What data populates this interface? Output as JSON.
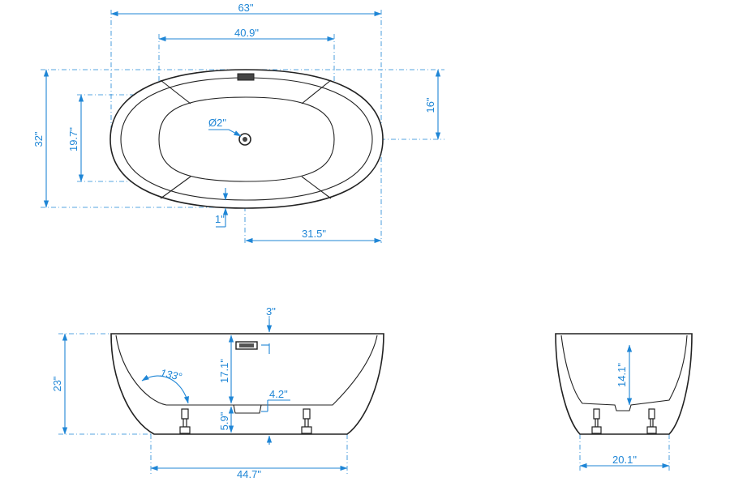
{
  "colors": {
    "dimension": "#1f86d6",
    "outline": "#222222",
    "background": "#ffffff"
  },
  "top_view": {
    "overall_length": "63\"",
    "basin_length": "40.9\"",
    "overall_width": "32\"",
    "basin_width": "19.7\"",
    "drain_to_back": "16\"",
    "drain_diameter": "Ø2\"",
    "rim_offset": "1\"",
    "drain_to_end": "31.5\""
  },
  "front_view": {
    "overflow_height": "3\"",
    "overall_height": "23\"",
    "interior_depth": "17.1\"",
    "backrest_angle": "133°",
    "drain_height": "4.2\"",
    "floor_clearance": "5.9\"",
    "base_length": "44.7\""
  },
  "side_view": {
    "depth_at_end": "14.1\"",
    "base_width": "20.1\""
  }
}
